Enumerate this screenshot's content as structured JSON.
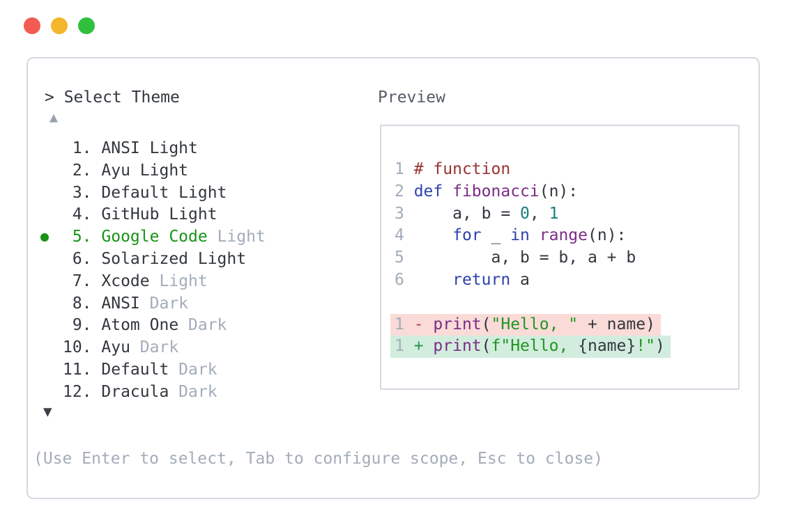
{
  "colors": {
    "text_dark": "#33373e",
    "text_muted": "#a3acba",
    "selected_green": "#179317",
    "up_arrow": "#98a1b1",
    "down_arrow": "#3b4046",
    "panel_border": "#d5d9e0",
    "traffic_red": "#f15b51",
    "traffic_yellow": "#f3b62c",
    "traffic_green": "#2fc13e",
    "syntax": {
      "plain": "#33373e",
      "comment": "#993333",
      "keyword": "#2e42ad",
      "function": "#7b2d85",
      "number": "#177d7d",
      "string": "#229522",
      "diff_minus": "#b8413d",
      "diff_plus": "#259247",
      "line_number": "#a3acba",
      "removed_bg": "#fadbd8",
      "added_bg": "#d2edde"
    }
  },
  "header": {
    "title": "> Select Theme",
    "preview_label": "Preview"
  },
  "scroll": {
    "up": "▲",
    "down": "▼"
  },
  "theme_list": [
    {
      "number": "1.",
      "name": "ANSI",
      "variant": "Light",
      "selected": false,
      "name_color": "dark",
      "variant_color": "dark"
    },
    {
      "number": "2.",
      "name": "Ayu",
      "variant": "Light",
      "selected": false,
      "name_color": "dark",
      "variant_color": "dark"
    },
    {
      "number": "3.",
      "name": "Default",
      "variant": "Light",
      "selected": false,
      "name_color": "dark",
      "variant_color": "dark"
    },
    {
      "number": "4.",
      "name": "GitHub",
      "variant": "Light",
      "selected": false,
      "name_color": "dark",
      "variant_color": "dark"
    },
    {
      "number": "5.",
      "name": "Google Code",
      "variant": "Light",
      "selected": true,
      "name_color": "green",
      "variant_color": "muted"
    },
    {
      "number": "6.",
      "name": "Solarized",
      "variant": "Light",
      "selected": false,
      "name_color": "dark",
      "variant_color": "dark"
    },
    {
      "number": "7.",
      "name": "Xcode",
      "variant": "Light",
      "selected": false,
      "name_color": "dark",
      "variant_color": "muted"
    },
    {
      "number": "8.",
      "name": "ANSI",
      "variant": "Dark",
      "selected": false,
      "name_color": "dark",
      "variant_color": "muted"
    },
    {
      "number": "9.",
      "name": "Atom One",
      "variant": "Dark",
      "selected": false,
      "name_color": "dark",
      "variant_color": "muted"
    },
    {
      "number": "10.",
      "name": "Ayu",
      "variant": "Dark",
      "selected": false,
      "name_color": "dark",
      "variant_color": "muted"
    },
    {
      "number": "11.",
      "name": "Default",
      "variant": "Dark",
      "selected": false,
      "name_color": "dark",
      "variant_color": "muted"
    },
    {
      "number": "12.",
      "name": "Dracula",
      "variant": "Dark",
      "selected": false,
      "name_color": "dark",
      "variant_color": "muted"
    }
  ],
  "preview": {
    "code_lines": [
      {
        "num": "1",
        "tokens": [
          {
            "t": "# function",
            "c": "comment"
          }
        ]
      },
      {
        "num": "2",
        "tokens": [
          {
            "t": "def",
            "c": "keyword"
          },
          {
            "t": " ",
            "c": "plain"
          },
          {
            "t": "fibonacci",
            "c": "function"
          },
          {
            "t": "(n):",
            "c": "plain"
          }
        ]
      },
      {
        "num": "3",
        "tokens": [
          {
            "t": "    a, b = ",
            "c": "plain"
          },
          {
            "t": "0",
            "c": "number"
          },
          {
            "t": ", ",
            "c": "plain"
          },
          {
            "t": "1",
            "c": "number"
          }
        ]
      },
      {
        "num": "4",
        "tokens": [
          {
            "t": "    ",
            "c": "plain"
          },
          {
            "t": "for",
            "c": "keyword"
          },
          {
            "t": " _ ",
            "c": "plain"
          },
          {
            "t": "in",
            "c": "keyword"
          },
          {
            "t": " ",
            "c": "plain"
          },
          {
            "t": "range",
            "c": "function"
          },
          {
            "t": "(n):",
            "c": "plain"
          }
        ]
      },
      {
        "num": "5",
        "tokens": [
          {
            "t": "        a, b = b, a + b",
            "c": "plain"
          }
        ]
      },
      {
        "num": "6",
        "tokens": [
          {
            "t": "    ",
            "c": "plain"
          },
          {
            "t": "return",
            "c": "keyword"
          },
          {
            "t": " a",
            "c": "plain"
          }
        ]
      }
    ],
    "diff_lines": [
      {
        "num": "1",
        "kind": "removed",
        "tokens": [
          {
            "t": "- ",
            "c": "diff_minus"
          },
          {
            "t": "print",
            "c": "function"
          },
          {
            "t": "(",
            "c": "plain"
          },
          {
            "t": "\"Hello, \"",
            "c": "string"
          },
          {
            "t": " + name)",
            "c": "plain"
          }
        ]
      },
      {
        "num": "1",
        "kind": "added",
        "tokens": [
          {
            "t": "+ ",
            "c": "diff_plus"
          },
          {
            "t": "print",
            "c": "function"
          },
          {
            "t": "(",
            "c": "plain"
          },
          {
            "t": "f\"Hello, ",
            "c": "string"
          },
          {
            "t": "{name}",
            "c": "plain"
          },
          {
            "t": "!\"",
            "c": "string"
          },
          {
            "t": ")",
            "c": "plain"
          }
        ]
      }
    ]
  },
  "footer": {
    "hint": "(Use Enter to select, Tab to configure scope, Esc to close)"
  }
}
